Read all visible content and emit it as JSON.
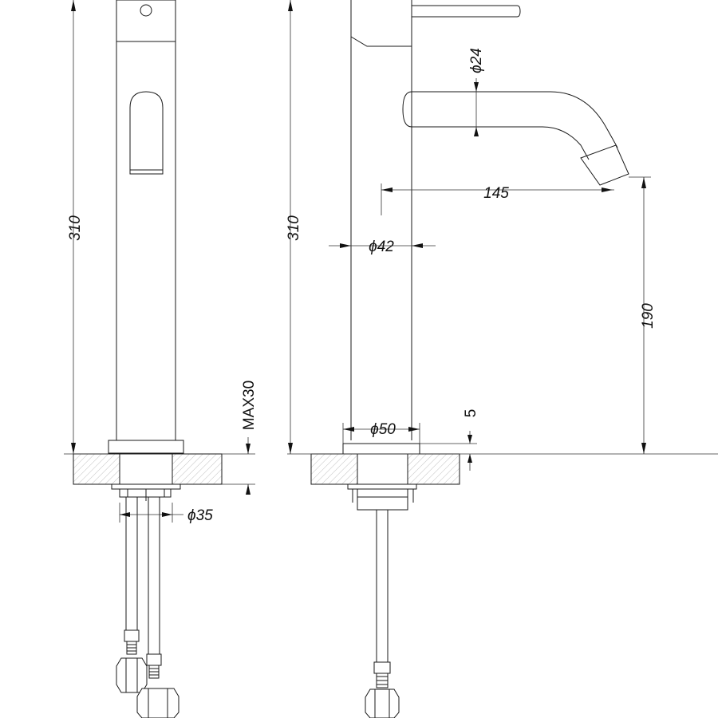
{
  "diagram": {
    "front_view": {
      "dimensions": {
        "height": "310",
        "deck_thickness": "MAX30",
        "shank_diameter": "ϕ35"
      }
    },
    "side_view": {
      "dimensions": {
        "height": "310",
        "body_diameter": "ϕ42",
        "spout_diameter": "ϕ24",
        "spout_reach": "145",
        "spout_outlet_height": "190",
        "base_diameter": "ϕ50",
        "base_thickness": "5"
      }
    }
  }
}
